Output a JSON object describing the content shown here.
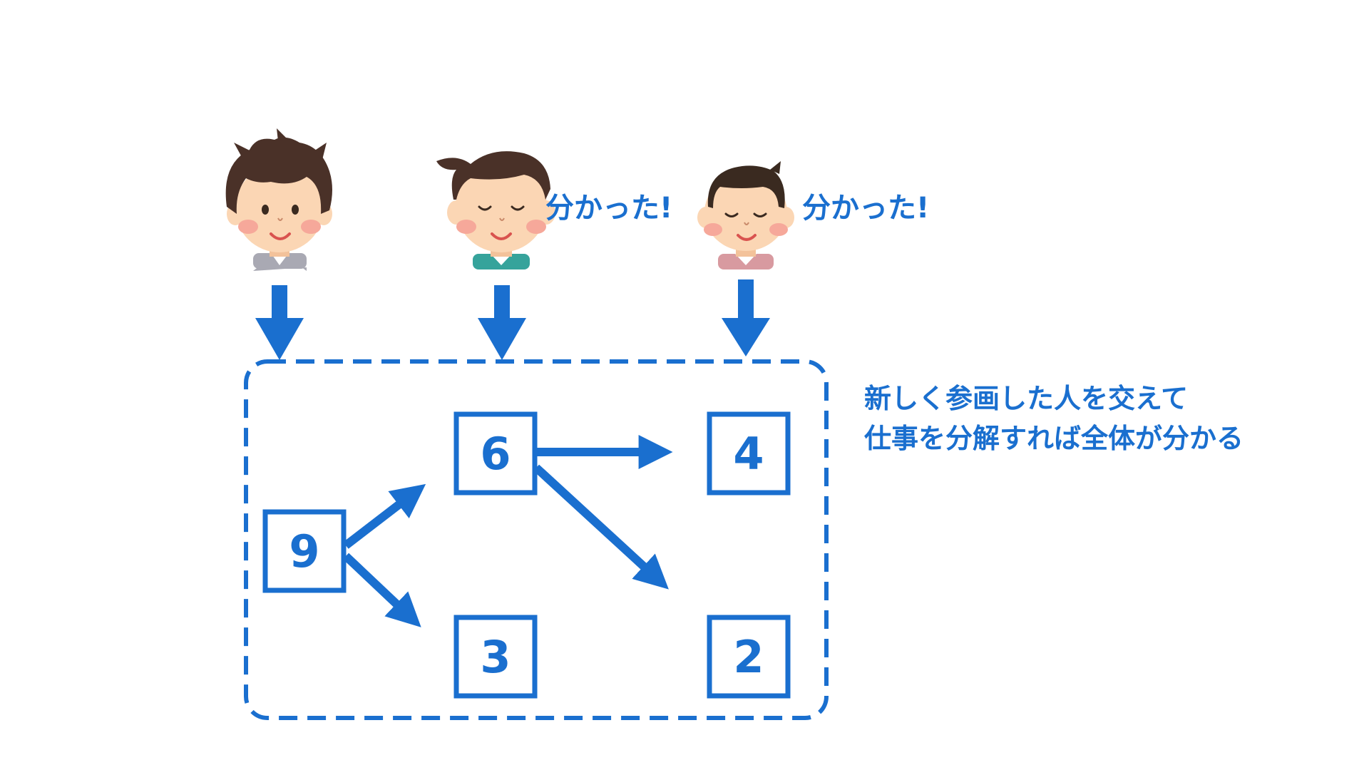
{
  "colors": {
    "primary_blue": "#1a6fcf",
    "skin": "#fbd6b4",
    "cheek": "#f6a89a",
    "hair_dark": "#4a3128",
    "hair_mid": "#5d3a2c",
    "shirt_gray": "#a9a9b3",
    "shirt_teal": "#36a39b",
    "shirt_pink": "#d89aa0",
    "mouth": "#d9534f"
  },
  "people": [
    {
      "id": "person-left",
      "icon": "curly-hair-man-smiling",
      "speech": ""
    },
    {
      "id": "person-center",
      "icon": "man-eyes-closed-smiling",
      "speech": "分かった!"
    },
    {
      "id": "person-right",
      "icon": "boy-eyes-closed-smiling",
      "speech": "分かった!"
    }
  ],
  "tasks": [
    {
      "id": "task-9",
      "value": "9"
    },
    {
      "id": "task-6",
      "value": "6"
    },
    {
      "id": "task-3",
      "value": "3"
    },
    {
      "id": "task-4",
      "value": "4"
    },
    {
      "id": "task-2",
      "value": "2"
    }
  ],
  "edges": [
    {
      "from": "9",
      "to": "6"
    },
    {
      "from": "9",
      "to": "3"
    },
    {
      "from": "6",
      "to": "4"
    },
    {
      "from": "6",
      "to": "2"
    }
  ],
  "caption": {
    "line1": "新しく参画した人を交えて",
    "line2": "仕事を分解すれば全体が分かる"
  }
}
